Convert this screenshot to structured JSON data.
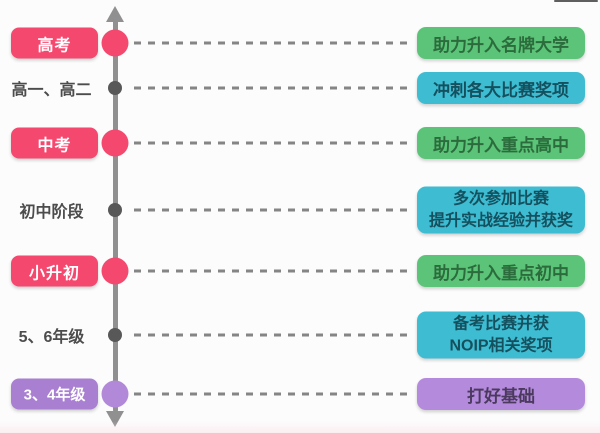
{
  "diagram": {
    "type": "vertical-timeline",
    "axis": {
      "color": "#909090",
      "arrow_top": true,
      "arrow_bottom": true,
      "dash_color": "#858585"
    },
    "colors": {
      "pink_badge": "#f5486e",
      "purple_badge": "#a97fd2",
      "purple_dot": "#b289d9",
      "green_card_bg": "#5cc478",
      "green_card_text": "#2b6b3c",
      "teal_card_bg": "#3dbcd2",
      "teal_card_text": "#15505e",
      "purple_card_bg": "#b48bdc",
      "purple_card_text": "#4b3a5e",
      "plain_label_text": "#4c4c4c",
      "small_dot": "#585858"
    },
    "rows": [
      {
        "stage": "高考",
        "stage_style": "pink-badge",
        "dot": "big-pink",
        "milestone_lines": [
          "助力升入名牌大学"
        ],
        "milestone_style": "green"
      },
      {
        "stage": "高一、高二",
        "stage_style": "plain",
        "dot": "small",
        "milestone_lines": [
          "冲刺各大比赛奖项"
        ],
        "milestone_style": "teal"
      },
      {
        "stage": "中考",
        "stage_style": "pink-badge",
        "dot": "big-pink",
        "milestone_lines": [
          "助力升入重点高中"
        ],
        "milestone_style": "green"
      },
      {
        "stage": "初中阶段",
        "stage_style": "plain",
        "dot": "small",
        "milestone_lines": [
          "多次参加比赛",
          "提升实战经验并获奖"
        ],
        "milestone_style": "teal"
      },
      {
        "stage": "小升初",
        "stage_style": "pink-badge",
        "dot": "big-pink",
        "milestone_lines": [
          "助力升入重点初中"
        ],
        "milestone_style": "green"
      },
      {
        "stage": "5、6年级",
        "stage_style": "plain",
        "dot": "small",
        "milestone_lines": [
          "备考比赛并获",
          "NOIP相关奖项"
        ],
        "milestone_style": "teal"
      },
      {
        "stage": "3、4年级",
        "stage_style": "purple-badge",
        "dot": "big-purple",
        "milestone_lines": [
          "打好基础"
        ],
        "milestone_style": "purple"
      }
    ]
  }
}
